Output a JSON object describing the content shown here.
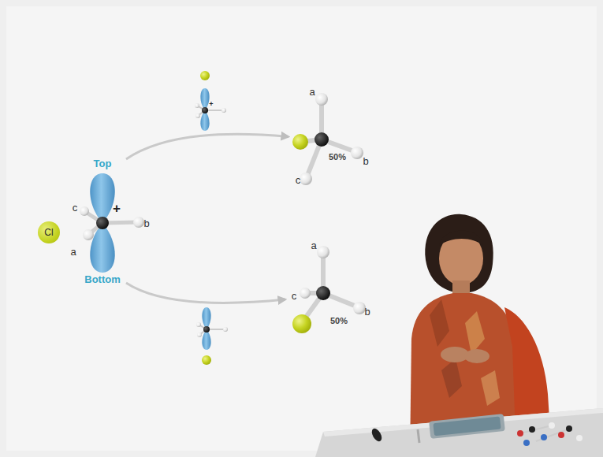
{
  "diagram": {
    "nodes": [
      {
        "text": [
          "Cl"
        ]
      },
      {
        "text": [
          "Top",
          "c",
          "+",
          "b",
          "a",
          "Bottom"
        ]
      },
      {
        "text": [
          "a",
          "b",
          "c",
          "50%"
        ]
      },
      {
        "text": [
          "a",
          "c",
          "b",
          "50%"
        ]
      }
    ],
    "edges": [
      {
        "from": 1,
        "to": 2,
        "arrow": "to"
      },
      {
        "from": 1,
        "to": 3,
        "arrow": "to"
      }
    ],
    "labels": [
      "+"
    ]
  }
}
